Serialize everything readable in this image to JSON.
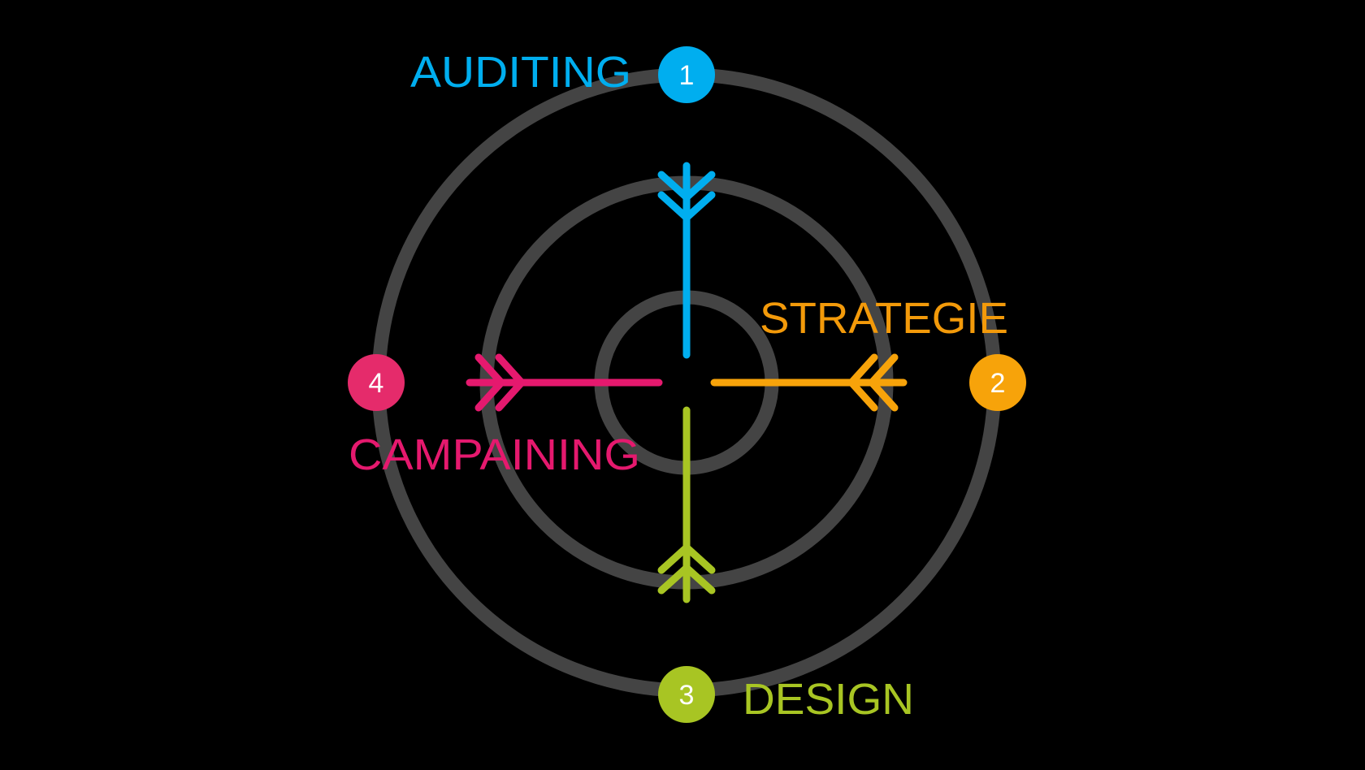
{
  "colors": {
    "ring": "#444444",
    "auditing": "#00aeef",
    "strategie": "#f7a30a",
    "design": "#a8c523",
    "campaining": "#e5196e"
  },
  "steps": [
    {
      "number": "1",
      "label": "AUDITING"
    },
    {
      "number": "2",
      "label": "STRATEGIE"
    },
    {
      "number": "3",
      "label": "DESIGN"
    },
    {
      "number": "4",
      "label": "CAMPAINING"
    }
  ]
}
